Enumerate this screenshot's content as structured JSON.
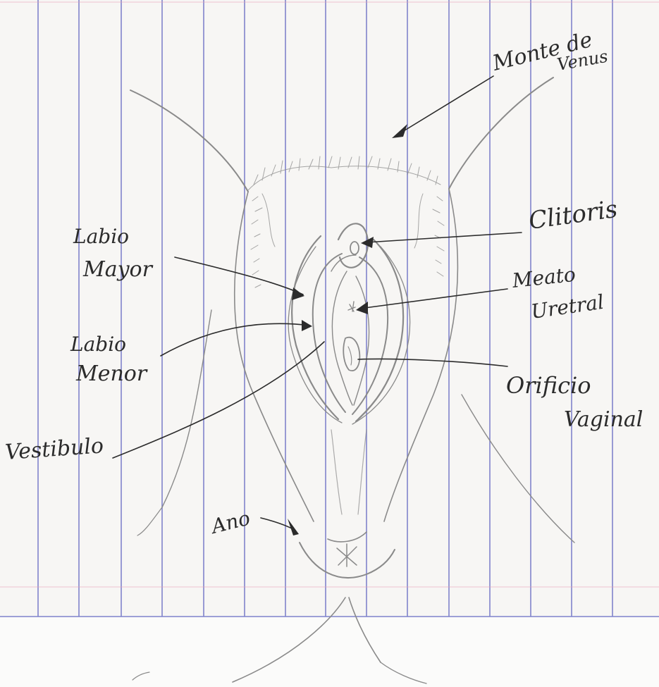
{
  "diagram": {
    "labels": {
      "monte_l1": "Monte de",
      "monte_l2": "Venus",
      "clitoris": "Clitoris",
      "meato_l1": "Meato",
      "meato_l2": "Uretral",
      "orificio_l1": "Orificio",
      "orificio_l2": "Vaginal",
      "labio_mayor_l1": "Labio",
      "labio_mayor_l2": "Mayor",
      "labio_menor_l1": "Labio",
      "labio_menor_l2": "Menor",
      "vestibulo": "Vestibulo",
      "ano": "Ano"
    },
    "colors": {
      "paper": "#f7f6f4",
      "rule_line": "#6b6fc4",
      "margin_line": "#e6a0b8",
      "pencil": "#8a8a8a",
      "ink": "#2b2b2b"
    }
  }
}
